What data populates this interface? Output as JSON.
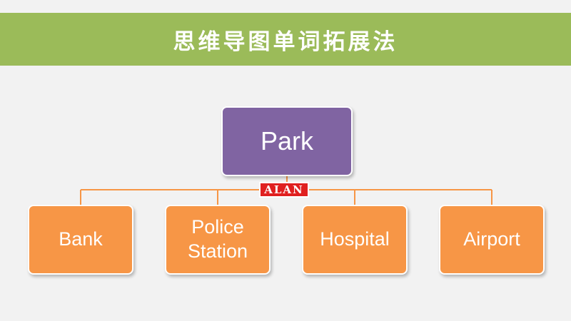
{
  "header": {
    "title": "思维导图单词拓展法",
    "background_color": "#9bbb59"
  },
  "diagram": {
    "root": {
      "label": "Park",
      "color": "#8064a2"
    },
    "children": [
      {
        "label": "Bank"
      },
      {
        "label": "Police Station"
      },
      {
        "label": "Hospital"
      },
      {
        "label": "Airport"
      }
    ],
    "child_color": "#f79646",
    "connector_color": "#f79646"
  },
  "watermark": {
    "text": "ALAN",
    "color": "#e02020"
  }
}
